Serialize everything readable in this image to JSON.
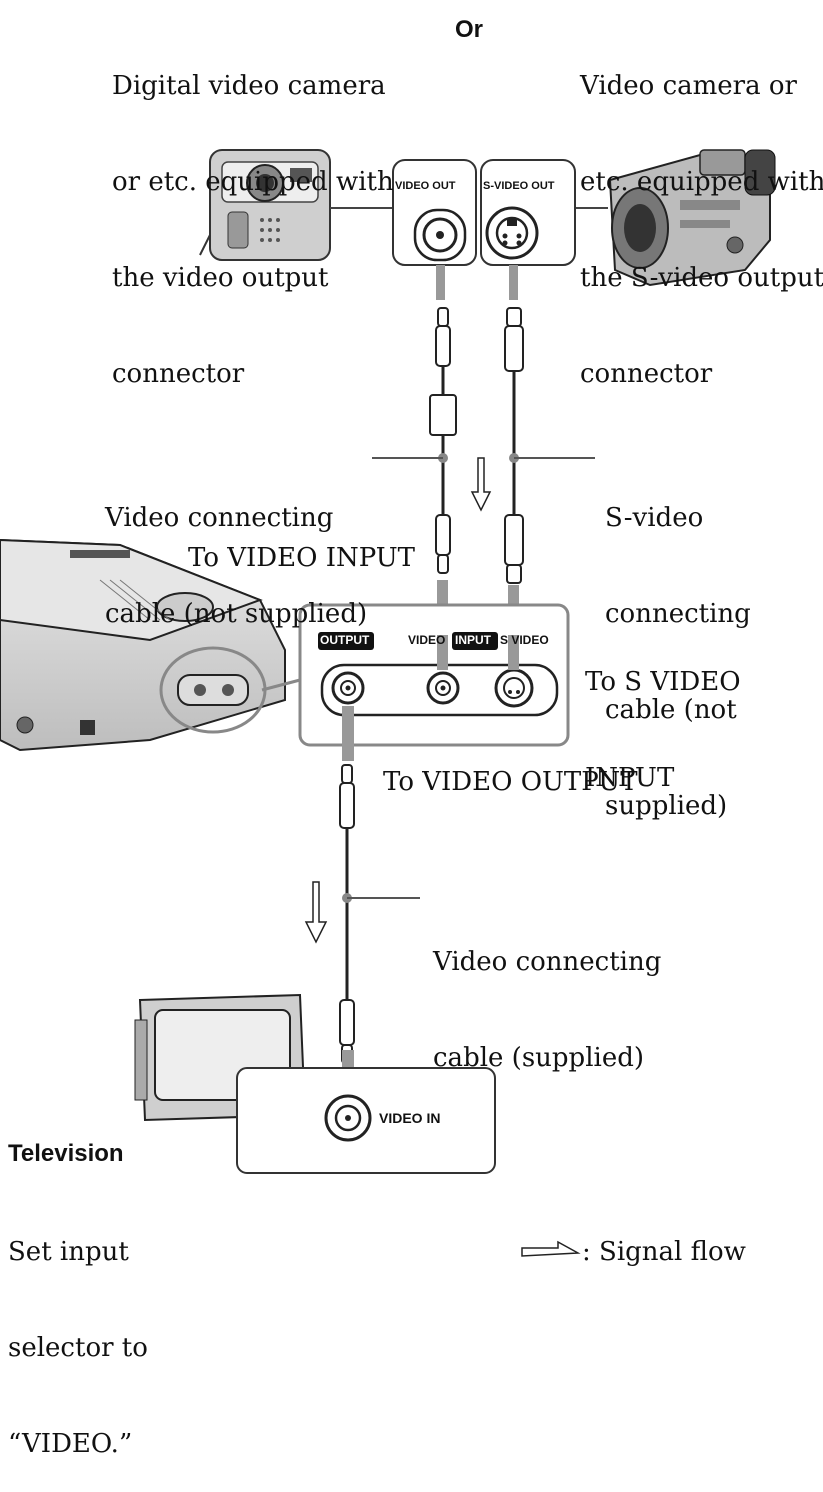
{
  "top_left_device": {
    "line1": "Digital video camera",
    "line2": "or etc. equipped with",
    "line3": "the video output",
    "line4": "connector"
  },
  "or_label": "Or",
  "top_right_device": {
    "line1": "Video camera or",
    "line2": "etc. equipped with",
    "line3": "the S-video output",
    "line4": "connector"
  },
  "ports": {
    "video_out": "VIDEO OUT",
    "s_video_out": "S-VIDEO OUT",
    "output_tag": "OUTPUT",
    "video": "VIDEO",
    "input_tag": "INPUT",
    "s_video": "S VIDEO",
    "video_in": "VIDEO IN"
  },
  "labels": {
    "video_cable_1_line1": "Video connecting",
    "video_cable_1_line2": "cable (not supplied)",
    "s_video_cable_line1": "S-video",
    "s_video_cable_line2": "connecting",
    "s_video_cable_line3": "cable (not",
    "s_video_cable_line4": "supplied)",
    "to_video_input": "To VIDEO INPUT",
    "to_s_video_input_line1": "To S VIDEO",
    "to_s_video_input_line2": "INPUT",
    "to_video_output": "To VIDEO OUTPUT",
    "video_cable_2_line1": "Video connecting",
    "video_cable_2_line2": "cable (supplied)"
  },
  "television": {
    "title": "Television",
    "line1": "Set input",
    "line2": "selector to",
    "line3": "“VIDEO.”"
  },
  "legend": {
    "signal_flow": ": Signal flow"
  }
}
